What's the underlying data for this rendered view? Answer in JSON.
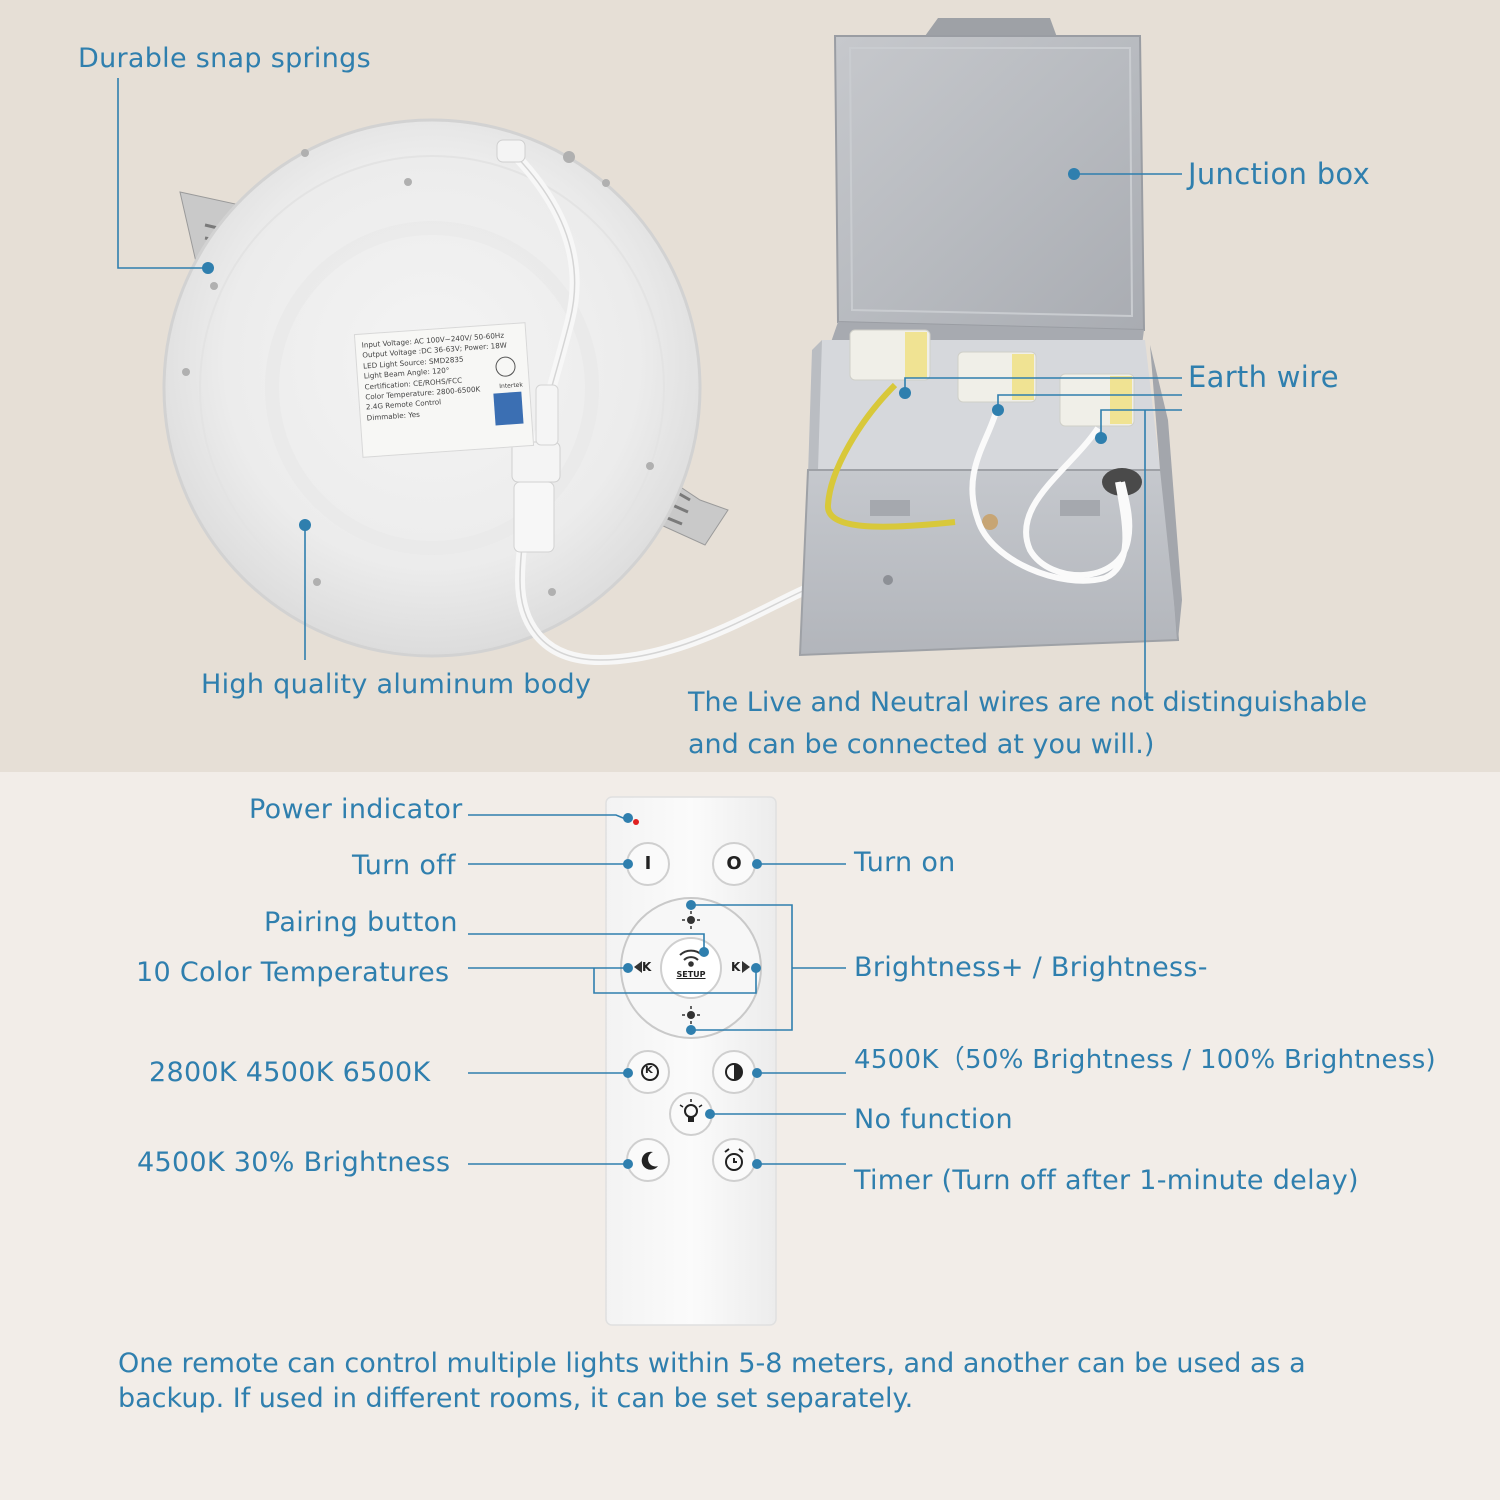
{
  "colors": {
    "accent": "#2f7fae",
    "top_bg": "#e6dfd6",
    "bottom_bg": "#f2ede8",
    "indicator": "#e02020"
  },
  "light_panel": {
    "snap_springs_label": "Durable snap springs",
    "body_label": "High quality aluminum body",
    "spec_sticker": [
      "Input Voltage: AC 100V~240V/ 50-60Hz",
      "Output Voltage :DC 36-63V; Power: 18W",
      "LED Light Source: SMD2835",
      "Light Beam Angle: 120°",
      "Certification: CE/ROHS/FCC",
      "Color Temperature: 2800-6500K",
      "2.4G Remote Control",
      "Dimmable: Yes"
    ],
    "cert_mark": "Intertek"
  },
  "junction_box": {
    "box_label": "Junction box",
    "earth_label": "Earth wire",
    "wires_note_line1": "The Live and Neutral wires are not distinguishable",
    "wires_note_line2": "and can be connected at you will.)"
  },
  "remote": {
    "labels_left": {
      "power_indicator": "Power indicator",
      "turn_off": "Turn off",
      "pairing": "Pairing button",
      "color_temps": "10 Color Temperatures",
      "cct_cycle": "2800K 4500K 6500K",
      "night": "4500K 30% Brightness"
    },
    "labels_right": {
      "turn_on": "Turn on",
      "brightness": "Brightness+ / Brightness-",
      "preset": "4500K（50% Brightness / 100% Brightness)",
      "no_function": "No function",
      "timer": "Timer (Turn off after 1-minute delay)"
    },
    "button_glyphs": {
      "off": "I",
      "on": "O",
      "k": "K",
      "setup": "SETUP"
    },
    "icons": [
      "power-off-icon",
      "power-on-icon",
      "wifi-setup-icon",
      "sun-icon",
      "k-left-icon",
      "k-right-icon",
      "k-circle-icon",
      "half-circle-icon",
      "bulb-icon",
      "moon-icon",
      "alarm-clock-icon"
    ]
  },
  "footer": {
    "line1": "One remote can control multiple lights within 5-8 meters, and another can be used as a",
    "line2": "backup. If used in different rooms, it can be set separately."
  }
}
